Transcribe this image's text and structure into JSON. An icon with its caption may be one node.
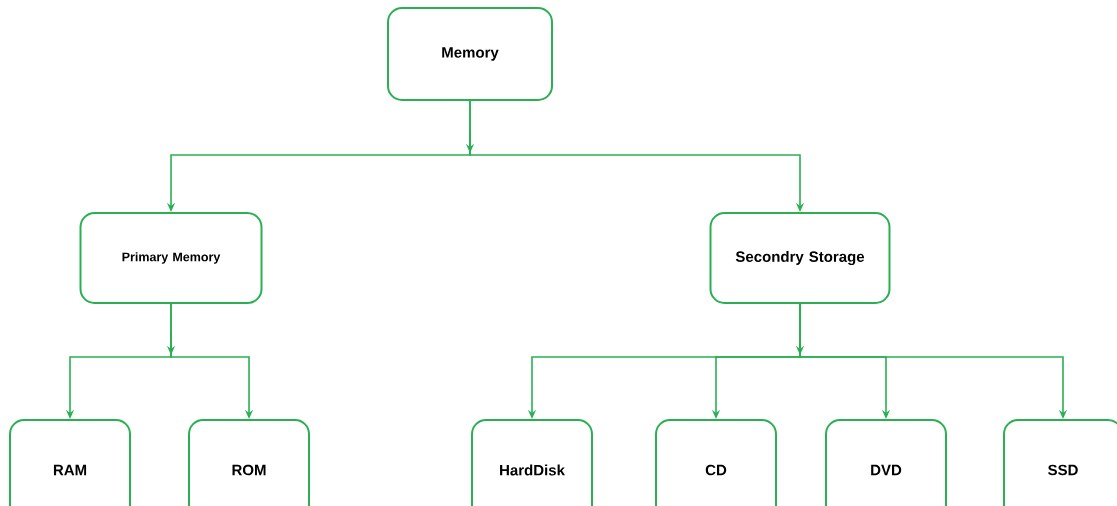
{
  "diagram": {
    "nodes": [
      {
        "text": [
          "Memory"
        ]
      },
      {
        "text": [
          "Primary Memory"
        ]
      },
      {
        "text": [
          "Secondry Storage"
        ]
      },
      {
        "text": [
          "RAM"
        ]
      },
      {
        "text": [
          "ROM"
        ]
      },
      {
        "text": [
          "HardDisk"
        ]
      },
      {
        "text": [
          "CD"
        ]
      },
      {
        "text": [
          "DVD"
        ]
      },
      {
        "text": [
          "SSD"
        ]
      }
    ],
    "edges": [
      {
        "from": 0,
        "to": 1,
        "arrow": "to"
      },
      {
        "from": 0,
        "to": 2,
        "arrow": "to"
      },
      {
        "from": 1,
        "to": 3,
        "arrow": "to"
      },
      {
        "from": 1,
        "to": 4,
        "arrow": "to"
      },
      {
        "from": 2,
        "to": 5,
        "arrow": "to"
      },
      {
        "from": 2,
        "to": 6,
        "arrow": "to"
      },
      {
        "from": 2,
        "to": 7,
        "arrow": "to"
      },
      {
        "from": 2,
        "to": 8,
        "arrow": "to"
      }
    ]
  }
}
